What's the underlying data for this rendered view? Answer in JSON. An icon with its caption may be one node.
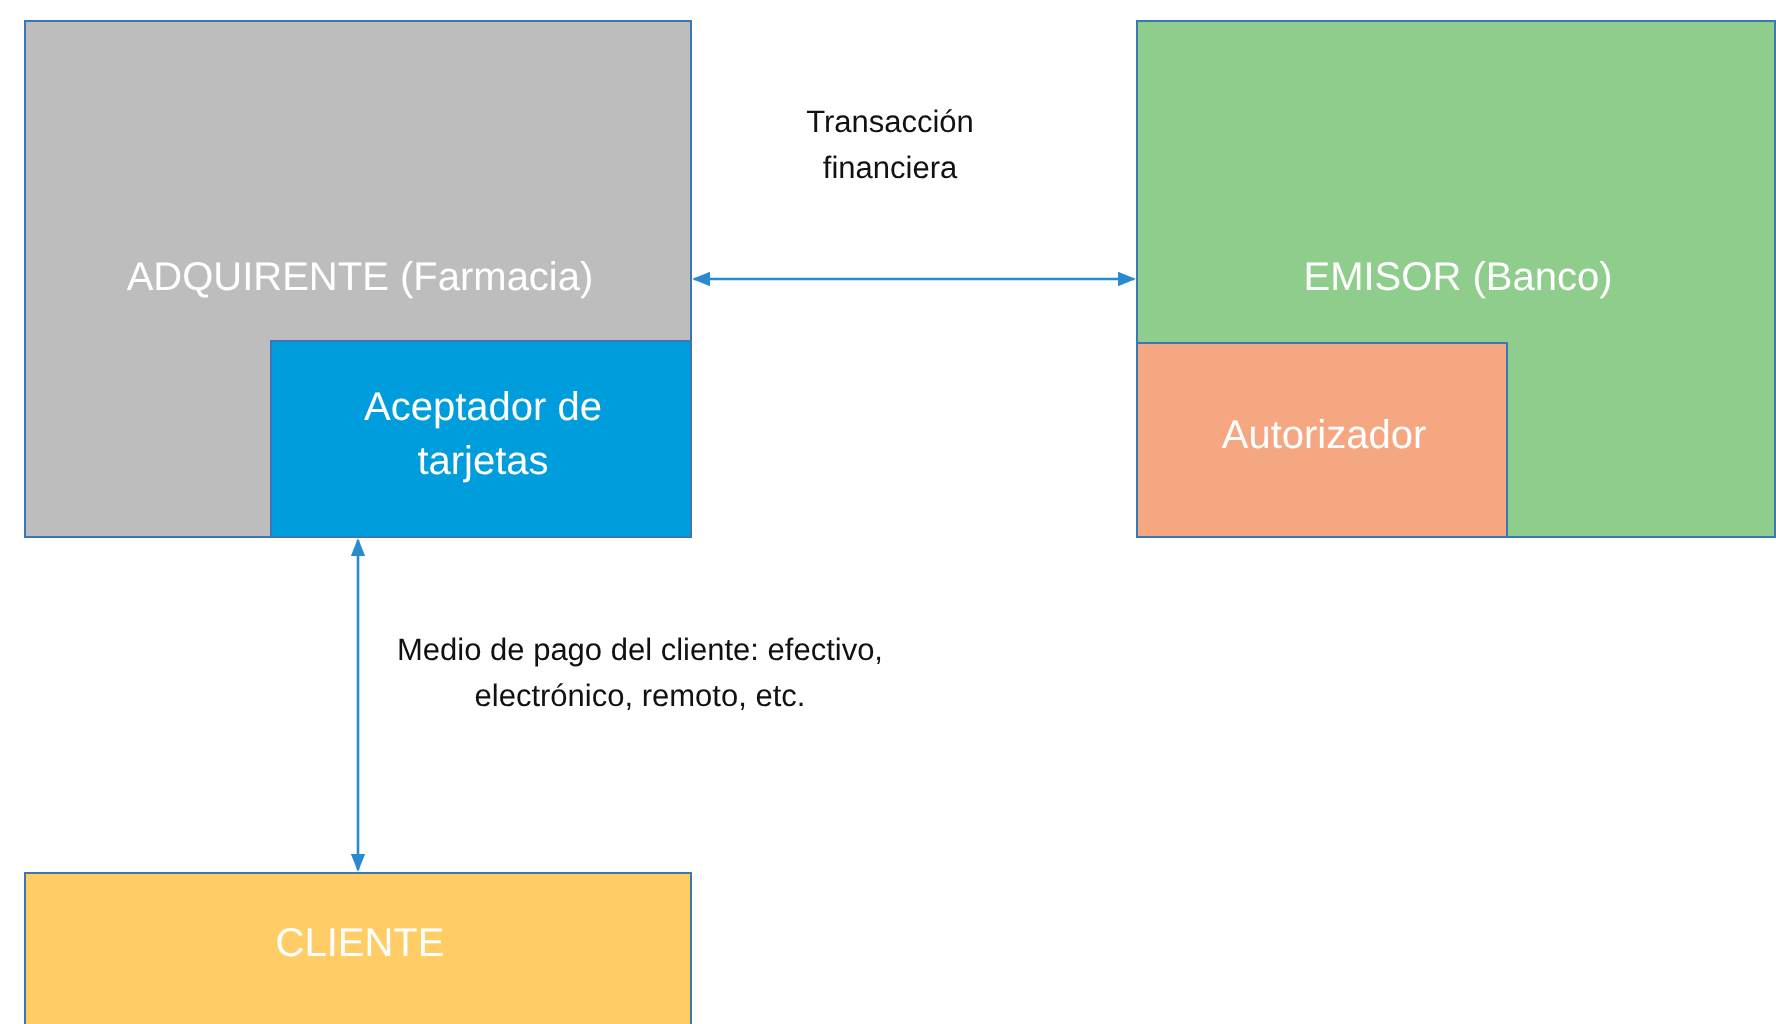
{
  "diagram": {
    "nodes": [
      {
        "text": [
          "ADQUIRENTE (Farmacia)"
        ]
      },
      {
        "text": [
          "Aceptador de tarjetas"
        ],
        "in": 0
      },
      {
        "text": [
          "EMISOR (Banco)"
        ]
      },
      {
        "text": [
          "Autorizador"
        ],
        "in": 2
      },
      {
        "text": [
          "CLIENTE"
        ]
      }
    ],
    "edges": [
      {
        "from": 0,
        "to": 2,
        "arrow": "both",
        "label": "Transacción financiera"
      },
      {
        "from": 1,
        "to": 4,
        "arrow": "both",
        "label": "Medio de pago del cliente: efectivo, electrónico, remoto, etc."
      }
    ]
  }
}
